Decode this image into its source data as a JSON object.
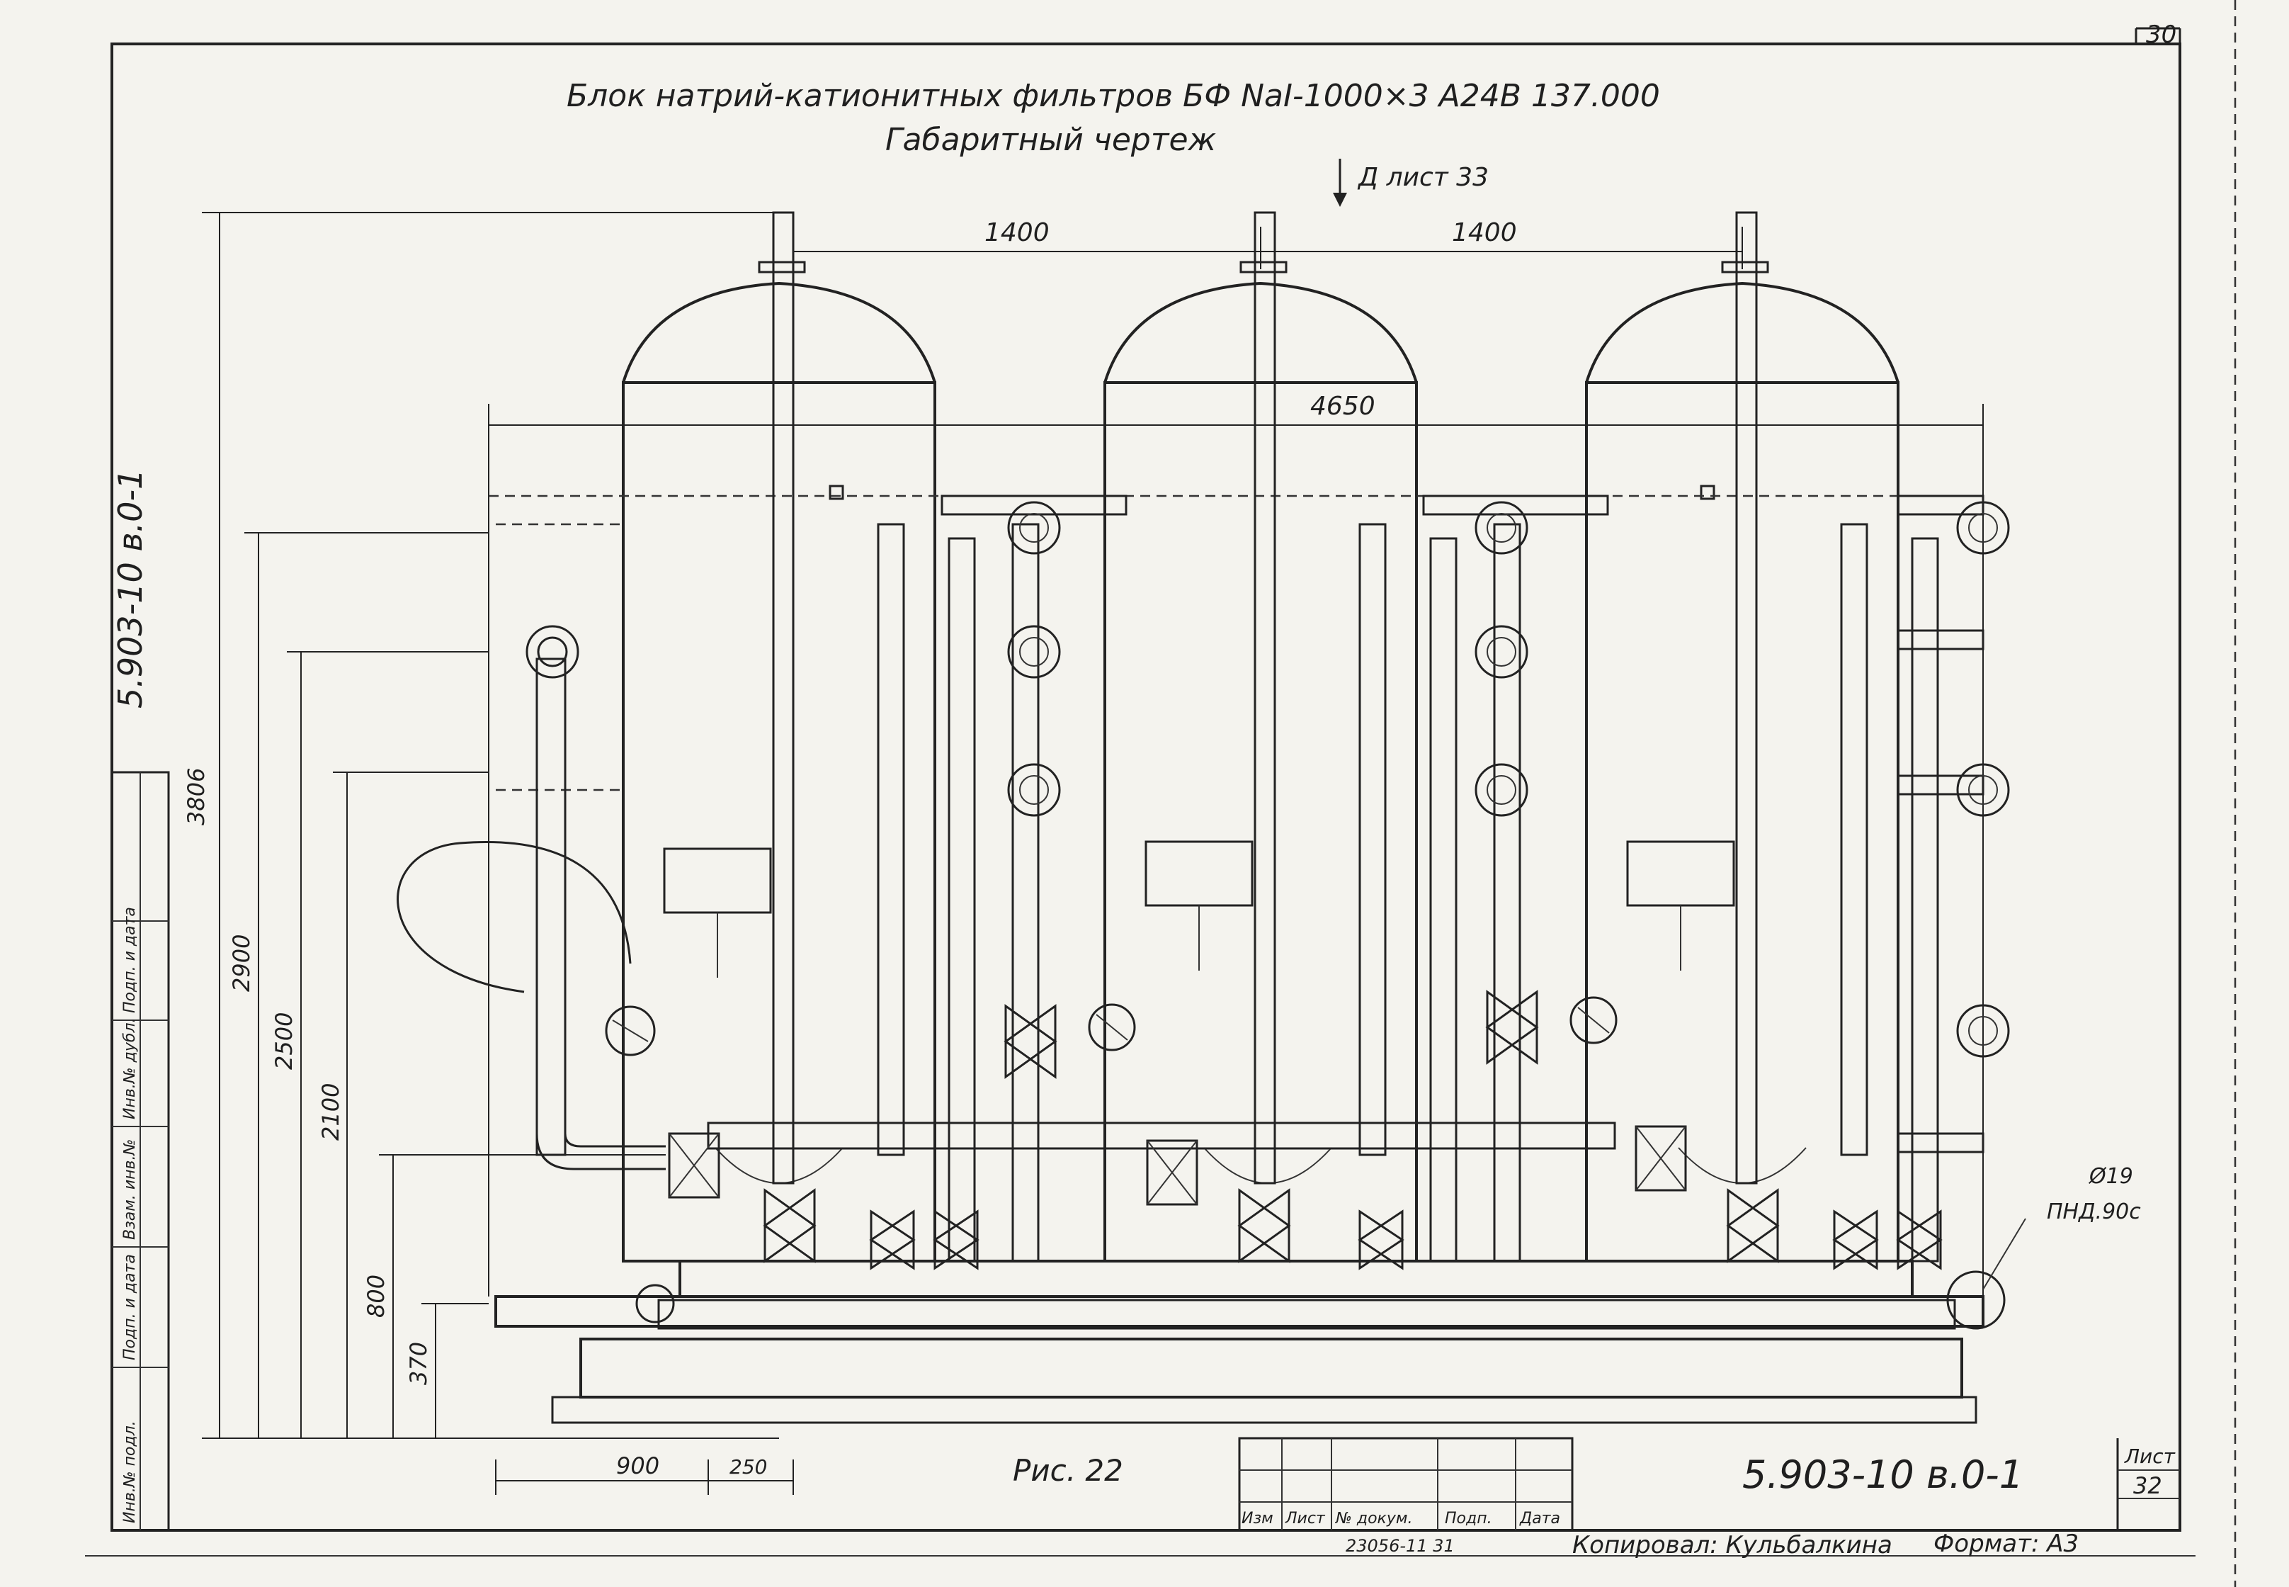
{
  "sheet": {
    "corner_number": "30",
    "title_line1": "Блок натрий-катионитных фильтров БФ NaI-1000×3   А24В 137.000",
    "title_line2": "Габаритный чертеж",
    "view_arrow_label": "Д лист 33",
    "figure_caption": "Рис. 22",
    "side_code": "5.903-10  в.0-1",
    "doc_code": "5.903-10  в.0-1",
    "sheet_label": "Лист",
    "sheet_number": "32",
    "format_label": "Формат: А3",
    "copied_by": "Копировал: Кульбалкина",
    "order_number": "23056-11   31",
    "tag_label_1": "Ø19",
    "tag_label_2": "ПНД.90с"
  },
  "dimensions": {
    "top_span_1": "1400",
    "top_span_2": "1400",
    "overall_width": "4650",
    "left_h1": "900",
    "left_h2": "250",
    "v_3806": "3806",
    "v_2900": "2900",
    "v_2500": "2500",
    "v_2100": "2100",
    "v_800": "800",
    "v_370": "370"
  },
  "title_block": {
    "headers": [
      "Изм",
      "Лист",
      "№ докум.",
      "Подп.",
      "Дата"
    ]
  },
  "side_stamp": {
    "cells": [
      "Инв.№ подл.",
      "Подп. и дата",
      "Взам. инв.№",
      "Инв.№ дубл.",
      "Подп. и дата"
    ]
  }
}
